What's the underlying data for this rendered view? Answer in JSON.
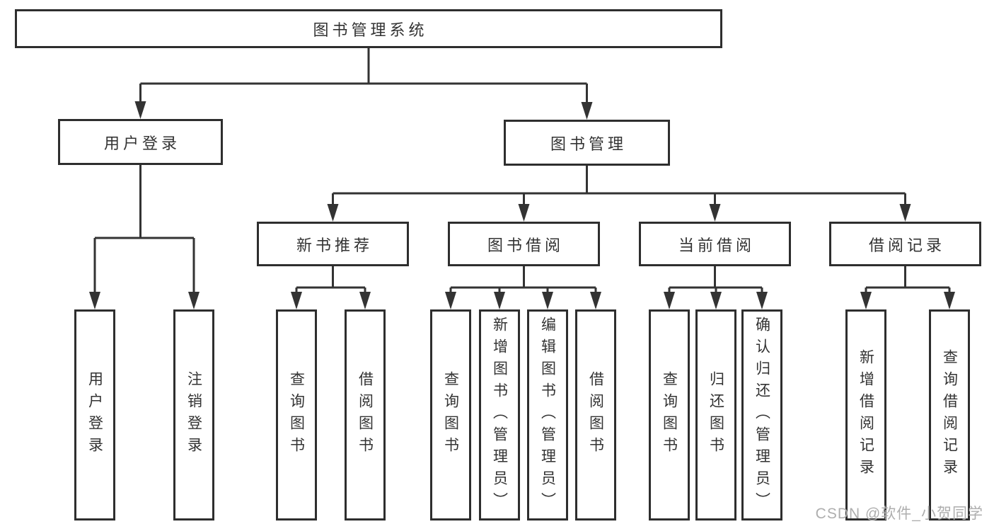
{
  "diagram": {
    "root": "图书管理系统",
    "level2": {
      "user_login": "用户登录",
      "book_mgmt": "图书管理"
    },
    "level3": {
      "new_book_rec": "新书推荐",
      "book_borrow": "图书借阅",
      "current_borrow": "当前借阅",
      "borrow_records": "借阅记录"
    },
    "leaves": {
      "user_login": [
        "用户登录",
        "注销登录"
      ],
      "new_book_rec": [
        "查询图书",
        "借阅图书"
      ],
      "book_borrow": [
        "查询图书",
        "新增图书（管理员）",
        "编辑图书（管理员）",
        "借阅图书"
      ],
      "current_borrow": [
        "查询图书",
        "归还图书",
        "确认归还（管理员）"
      ],
      "borrow_records": [
        "新增借阅记录",
        "查询借阅记录"
      ]
    }
  },
  "watermark": "CSDN @软件_小贺同学",
  "colors": {
    "line": "#333333",
    "border": "#2e2e2e",
    "text": "#333333",
    "background": "#ffffff",
    "watermark": "#aeaeae"
  }
}
